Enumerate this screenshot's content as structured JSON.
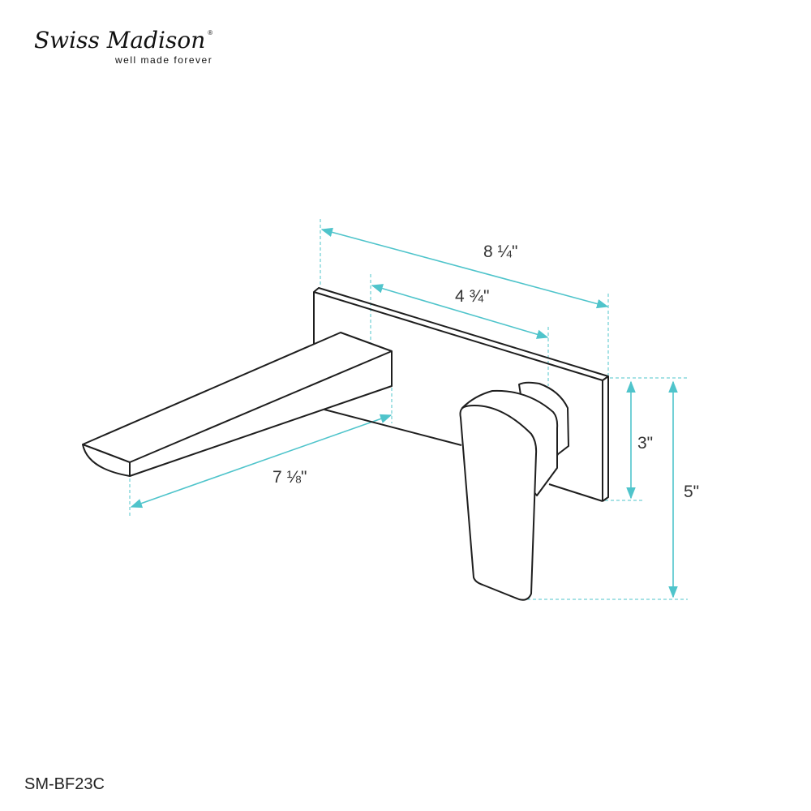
{
  "brand": {
    "name": "Swiss Madison",
    "tagline": "well made forever",
    "registered_mark": "®"
  },
  "dimensions": {
    "plate_width": "8 ¼\"",
    "valve_offset": "4 ¾\"",
    "spout_length": "7 ⅛\"",
    "plate_height": "3\"",
    "overall_height": "5\""
  },
  "colors": {
    "dimension_line": "#4fc4cb",
    "outline": "#1e1e1e"
  },
  "model_number": "SM-BF23C"
}
